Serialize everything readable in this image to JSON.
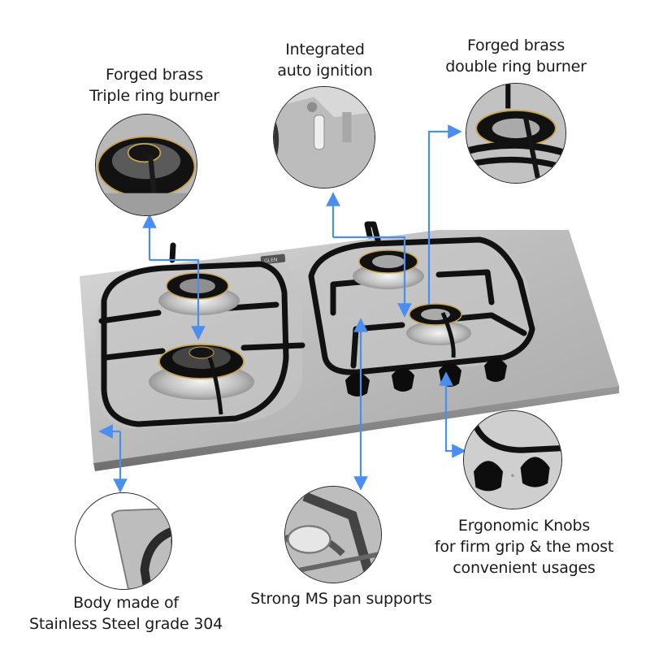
{
  "infographic": {
    "subject": "Stainless steel 4-burner gas hob feature callouts",
    "brand_badge": "GLEN",
    "arrow_color": "#4a8ef0",
    "callouts": [
      {
        "id": "triple-ring",
        "title_line1": "Forged brass",
        "title_line2": "Triple ring burner"
      },
      {
        "id": "auto-ignition",
        "title_line1": "Integrated",
        "title_line2": "auto ignition"
      },
      {
        "id": "double-ring",
        "title_line1": "Forged brass",
        "title_line2": "double ring burner"
      },
      {
        "id": "knobs",
        "title_line1": "Ergonomic Knobs",
        "title_line2": "for firm grip & the most",
        "title_line3": "convenient usages"
      },
      {
        "id": "body",
        "title_line1": "Body made of",
        "title_line2": "Stainless Steel grade 304"
      },
      {
        "id": "pan-supports",
        "title_line1": "Strong MS pan supports"
      }
    ],
    "knob_count": 4,
    "burner_count": 4
  }
}
